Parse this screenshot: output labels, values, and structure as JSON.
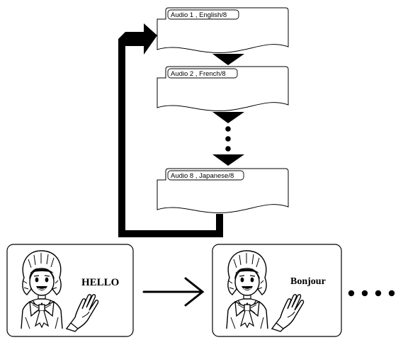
{
  "audio_screens": [
    {
      "label": "Audio 1 , English/8"
    },
    {
      "label": "Audio 2 , French/8"
    },
    {
      "label": "Audio 8 , Japanese/8"
    }
  ],
  "speech_cards": [
    {
      "greeting": "HELLO"
    },
    {
      "greeting": "Bonjour"
    }
  ],
  "colors": {
    "ink": "#000000",
    "paper": "#ffffff"
  },
  "icons": [
    "down-arrow-icon",
    "ellipsis-dots-icon",
    "loop-arrow-icon",
    "right-arrow-icon",
    "girl-waving-icon"
  ]
}
